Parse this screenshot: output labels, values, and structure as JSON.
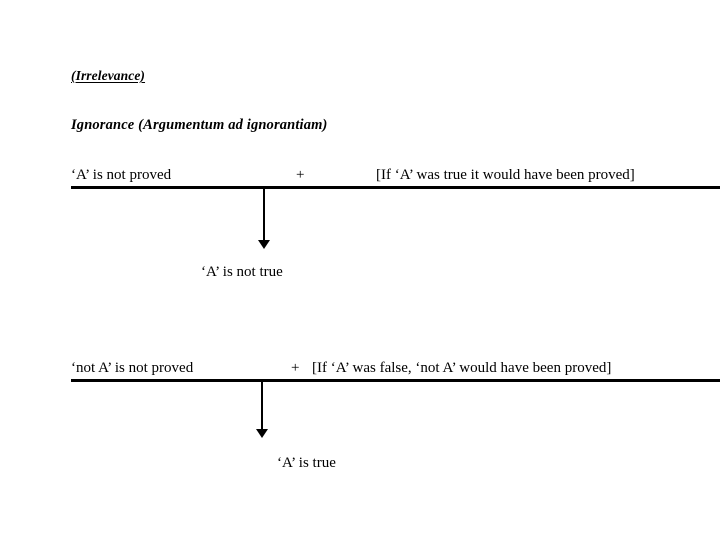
{
  "slide": {
    "background_color": "#ffffff",
    "text_color": "#000000",
    "headings": {
      "section": "(Irrelevance)",
      "fallacy": "Ignorance (Argumentum ad ignorantiam)"
    },
    "arguments": [
      {
        "premise_left": "‘A’ is not proved",
        "connector": "+",
        "premise_right": "[If ‘A’ was true it would have been proved]",
        "conclusion": "‘A’ is not true"
      },
      {
        "premise_left": "‘not A’ is not proved",
        "connector": "+",
        "premise_right": "[If ‘A’ was false, ‘not A’ would have been proved]",
        "conclusion": "‘A’ is true"
      }
    ]
  }
}
